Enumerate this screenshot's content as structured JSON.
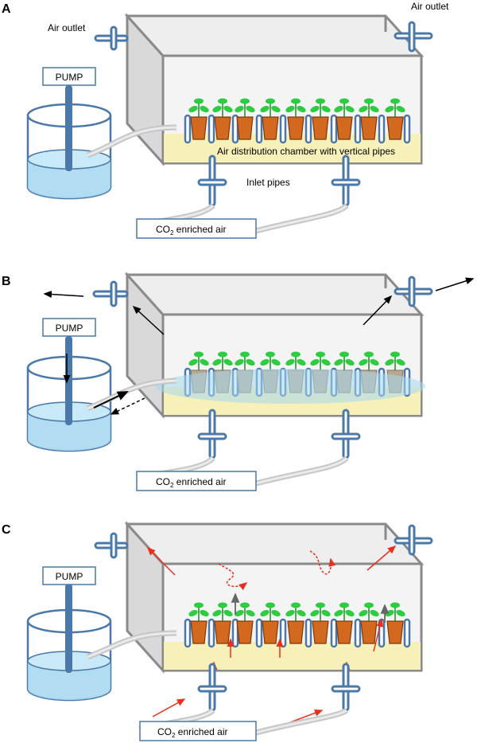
{
  "panels": [
    {
      "letter": "A",
      "labels": {
        "air_outlet_left": "Air outlet",
        "air_outlet_right": "Air outlet",
        "pump": "PUMP",
        "chamber": "Air distribution chamber with vertical pipes",
        "inlet": "Inlet pipes",
        "co2_main": "CO",
        "co2_sub": "2",
        "co2_rest": " enriched air"
      }
    },
    {
      "letter": "B",
      "labels": {
        "pump": "PUMP",
        "co2_main": "CO",
        "co2_sub": "2",
        "co2_rest": " enriched air"
      }
    },
    {
      "letter": "C",
      "labels": {
        "pump": "PUMP",
        "co2_main": "CO",
        "co2_sub": "2",
        "co2_rest": " enriched air"
      }
    }
  ],
  "colors": {
    "box_stroke": "#8a8a8a",
    "box_front": "#f4f4f4",
    "box_side": "#d9d9d9",
    "box_top": "#eeeeee",
    "chamber_fill": "#f7f0b8",
    "pipe_blue": "#4a78a8",
    "pot_orange": "#d2691e",
    "leaf_green": "#2ecc40",
    "water": "#a8d8f0",
    "arrow_red": "#e8301c",
    "arrow_black": "#000000",
    "arrow_grey": "#666666"
  }
}
